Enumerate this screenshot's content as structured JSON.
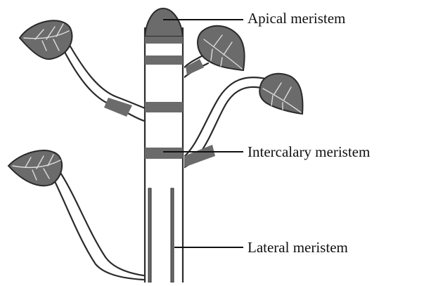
{
  "labels": {
    "apical": "Apical meristem",
    "intercalary": "Intercalary meristem",
    "lateral": "Lateral meristem"
  },
  "colors": {
    "outline": "#2a2a2a",
    "leaf_fill": "#6b6b6b",
    "meristem_fill": "#6b6b6b",
    "vein": "#d9d9d9",
    "background": "#ffffff"
  }
}
